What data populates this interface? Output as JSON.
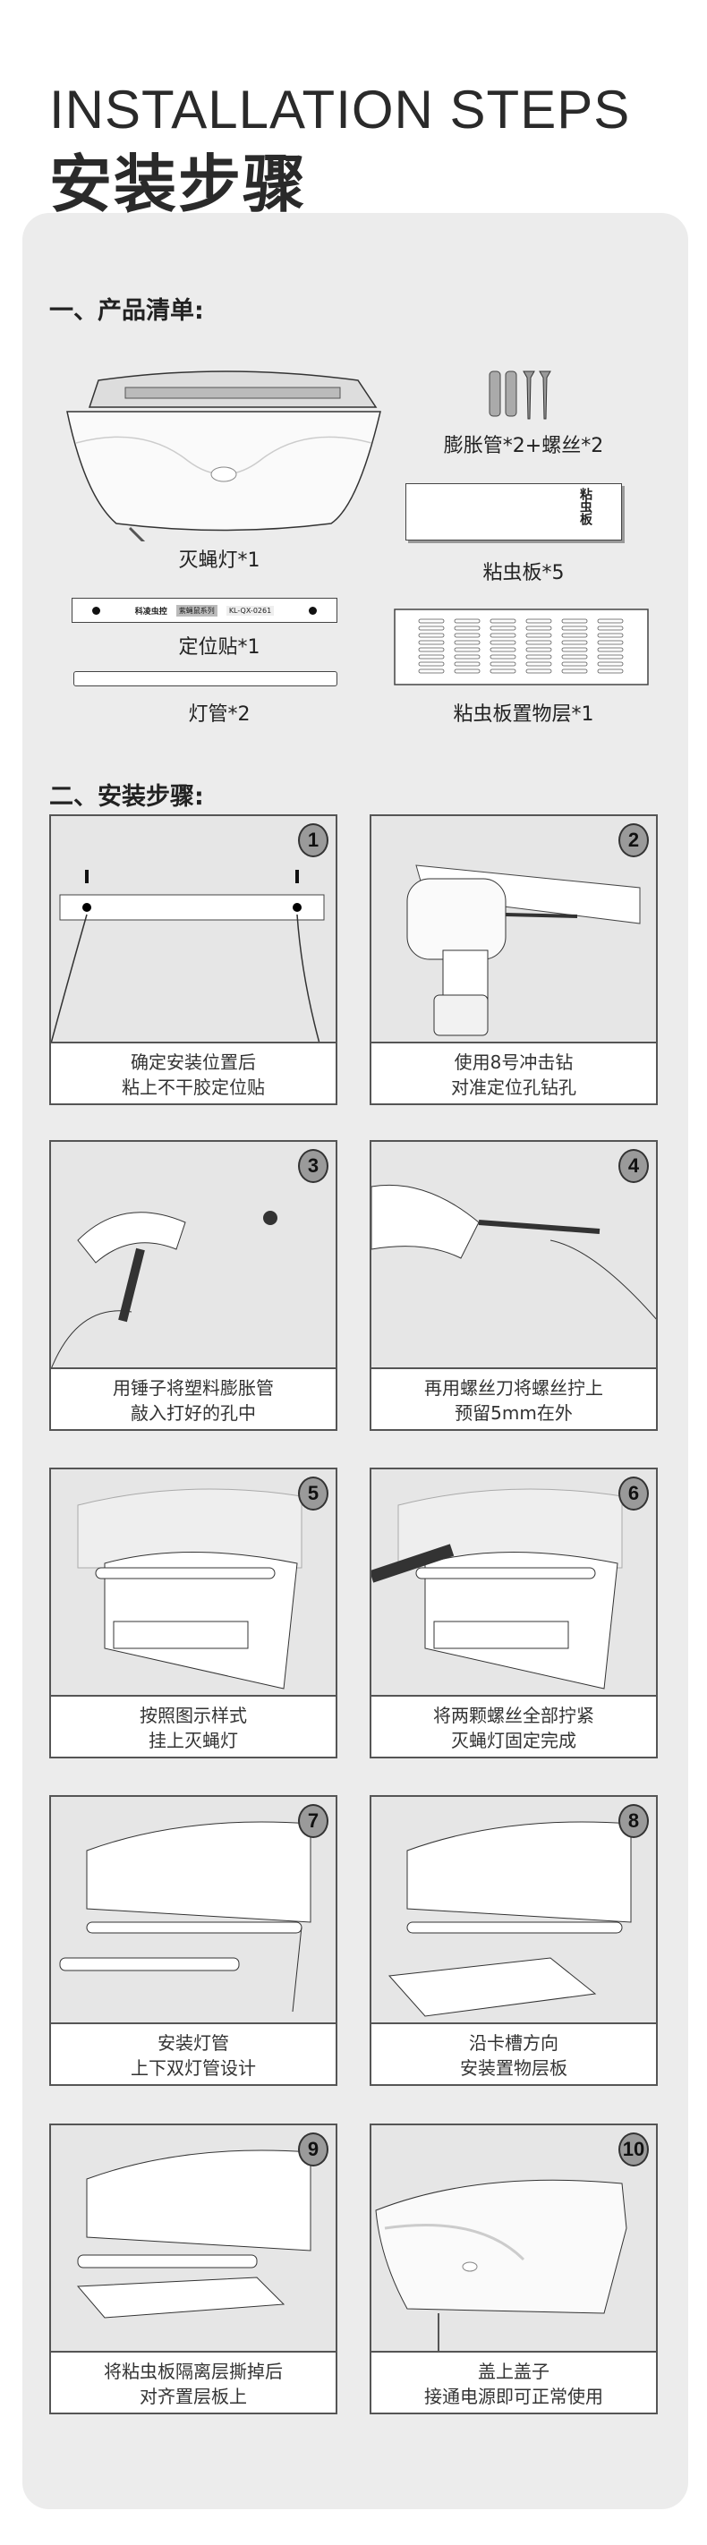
{
  "header": {
    "title_en": "INSTALLATION STEPS",
    "title_cn": "安装步骤"
  },
  "products": {
    "heading": "一、产品清单:",
    "items": [
      {
        "label": "灭蝇灯*1"
      },
      {
        "label": "膨胀管*2+螺丝*2"
      },
      {
        "label": "粘虫板*5"
      },
      {
        "label": "定位贴*1"
      },
      {
        "label": "灯管*2"
      },
      {
        "label": "粘虫板置物层*1"
      }
    ],
    "sticker_brand": "科凌虫控",
    "sticker_series": "紫蝇鼠系列",
    "sticker_model": "KL-QX-0261",
    "board_title": "粘虫板"
  },
  "steps": {
    "heading": "二、安装步骤:",
    "items": [
      {
        "num": "1",
        "line1": "确定安装位置后",
        "line2": "粘上不干胶定位贴"
      },
      {
        "num": "2",
        "line1": "使用8号冲击钻",
        "line2": "对准定位孔钻孔"
      },
      {
        "num": "3",
        "line1": "用锤子将塑料膨胀管",
        "line2": "敲入打好的孔中"
      },
      {
        "num": "4",
        "line1": "再用螺丝刀将螺丝拧上",
        "line2": "预留5mm在外"
      },
      {
        "num": "5",
        "line1": "按照图示样式",
        "line2": "挂上灭蝇灯"
      },
      {
        "num": "6",
        "line1": "将两颗螺丝全部拧紧",
        "line2": "灭蝇灯固定完成"
      },
      {
        "num": "7",
        "line1": "安装灯管",
        "line2": "上下双灯管设计"
      },
      {
        "num": "8",
        "line1": "沿卡槽方向",
        "line2": "安装置物层板"
      },
      {
        "num": "9",
        "line1": "将粘虫板隔离层撕掉后",
        "line2": "对齐置层板上"
      },
      {
        "num": "10",
        "line1": "盖上盖子",
        "line2": "接通电源即可正常使用"
      }
    ]
  }
}
